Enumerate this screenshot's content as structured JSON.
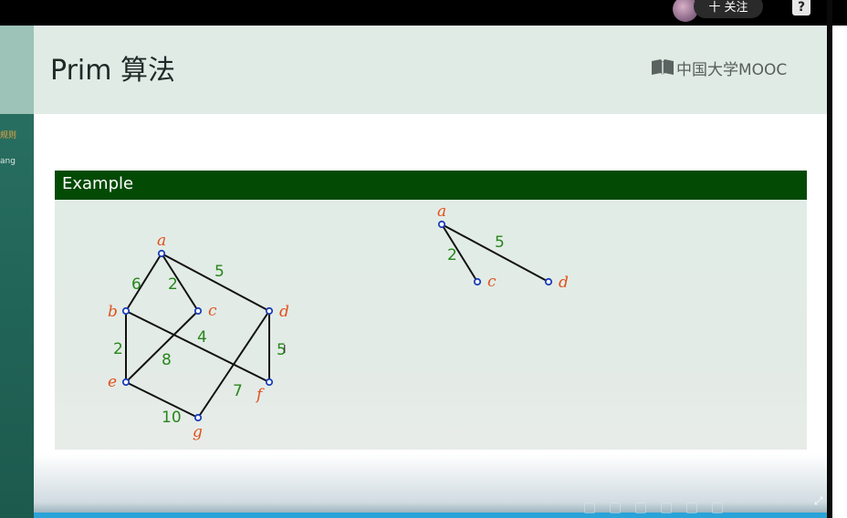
{
  "topbar": {
    "follow_label": "十 关注",
    "help_label": "?"
  },
  "sidebar": {
    "text1": "规则",
    "text2": "ang"
  },
  "slide": {
    "title": "Prim 算法",
    "logo_text": "中国大学MOOC",
    "example_title": "Example"
  },
  "colors": {
    "example_title_bar": "#034a05",
    "node_label": "#e0511c",
    "weight_label": "#27861b",
    "node_stroke": "#1d3fb8",
    "sidebar": "#216558",
    "progress": "#2aa3d8"
  },
  "graph1": {
    "nodes": [
      {
        "id": "a",
        "label": "a"
      },
      {
        "id": "b",
        "label": "b"
      },
      {
        "id": "c",
        "label": "c"
      },
      {
        "id": "d",
        "label": "d"
      },
      {
        "id": "e",
        "label": "e"
      },
      {
        "id": "f",
        "label": "f"
      },
      {
        "id": "g",
        "label": "g"
      }
    ],
    "edges": [
      {
        "from": "a",
        "to": "b",
        "weight": "6"
      },
      {
        "from": "a",
        "to": "c",
        "weight": "2"
      },
      {
        "from": "a",
        "to": "d",
        "weight": "5"
      },
      {
        "from": "b",
        "to": "f",
        "weight": "4"
      },
      {
        "from": "b",
        "to": "e",
        "weight": "2"
      },
      {
        "from": "c",
        "to": "e",
        "weight": "8"
      },
      {
        "from": "d",
        "to": "f",
        "weight": "5"
      },
      {
        "from": "d",
        "to": "g",
        "weight": "7"
      },
      {
        "from": "e",
        "to": "g",
        "weight": "10"
      }
    ]
  },
  "graph2": {
    "nodes": [
      {
        "id": "a",
        "label": "a"
      },
      {
        "id": "c",
        "label": "c"
      },
      {
        "id": "d",
        "label": "d"
      }
    ],
    "edges": [
      {
        "from": "a",
        "to": "c",
        "weight": "2"
      },
      {
        "from": "a",
        "to": "d",
        "weight": "5"
      }
    ]
  },
  "player": {
    "progress": 1.0
  }
}
